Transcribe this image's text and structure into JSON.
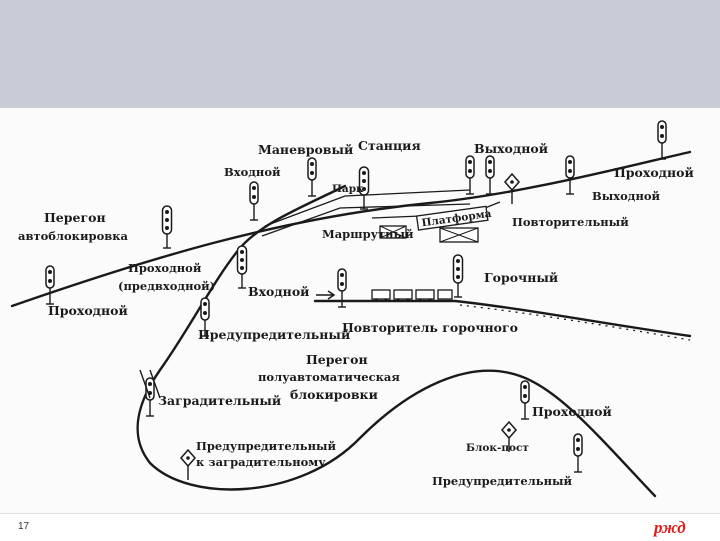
{
  "diagram": {
    "labels": {
      "manevrovy": "Маневровый",
      "stantsiya": "Станция",
      "vykhodnoy_top": "Выходной",
      "vkhodnoy_top": "Входной",
      "park": "Парк",
      "prokhodnoy_top": "Проходной",
      "vykhodnoy_right": "Выходной",
      "peregon_ab_1": "Перегон",
      "peregon_ab_2": "автоблокировка",
      "marshrutny": "Маршрутный",
      "platforma": "Платформа",
      "povtoritelny": "Повторительный",
      "prokhodnoy_pred_1": "Проходной",
      "prokhodnoy_pred_2": "(предвходной)",
      "vkhodnoy_mid": "Входной",
      "gorochny": "Горочный",
      "prokhodnoy_left": "Проходной",
      "preduprezhd_top": "Предупредительный",
      "povtoritel_gorochnogo": "Повторитель горочного",
      "peregon_pab_1": "Перегон",
      "peregon_pab_2": "полуавтоматическая",
      "peregon_pab_3": "блокировки",
      "zagraditelny": "Заградительный",
      "prokhodnoy_right": "Проходной",
      "blok_post": "Блок-пост",
      "preduprezhd_zagr_1": "Предупредительный",
      "preduprezhd_zagr_2": "к заградительному",
      "preduprezhd_bottom": "Предупредительный"
    }
  },
  "footer": {
    "page_number": "17",
    "logo_text": "ржд"
  },
  "colors": {
    "header_band": "#c9ccd6",
    "logo_red": "#e21a1a"
  }
}
